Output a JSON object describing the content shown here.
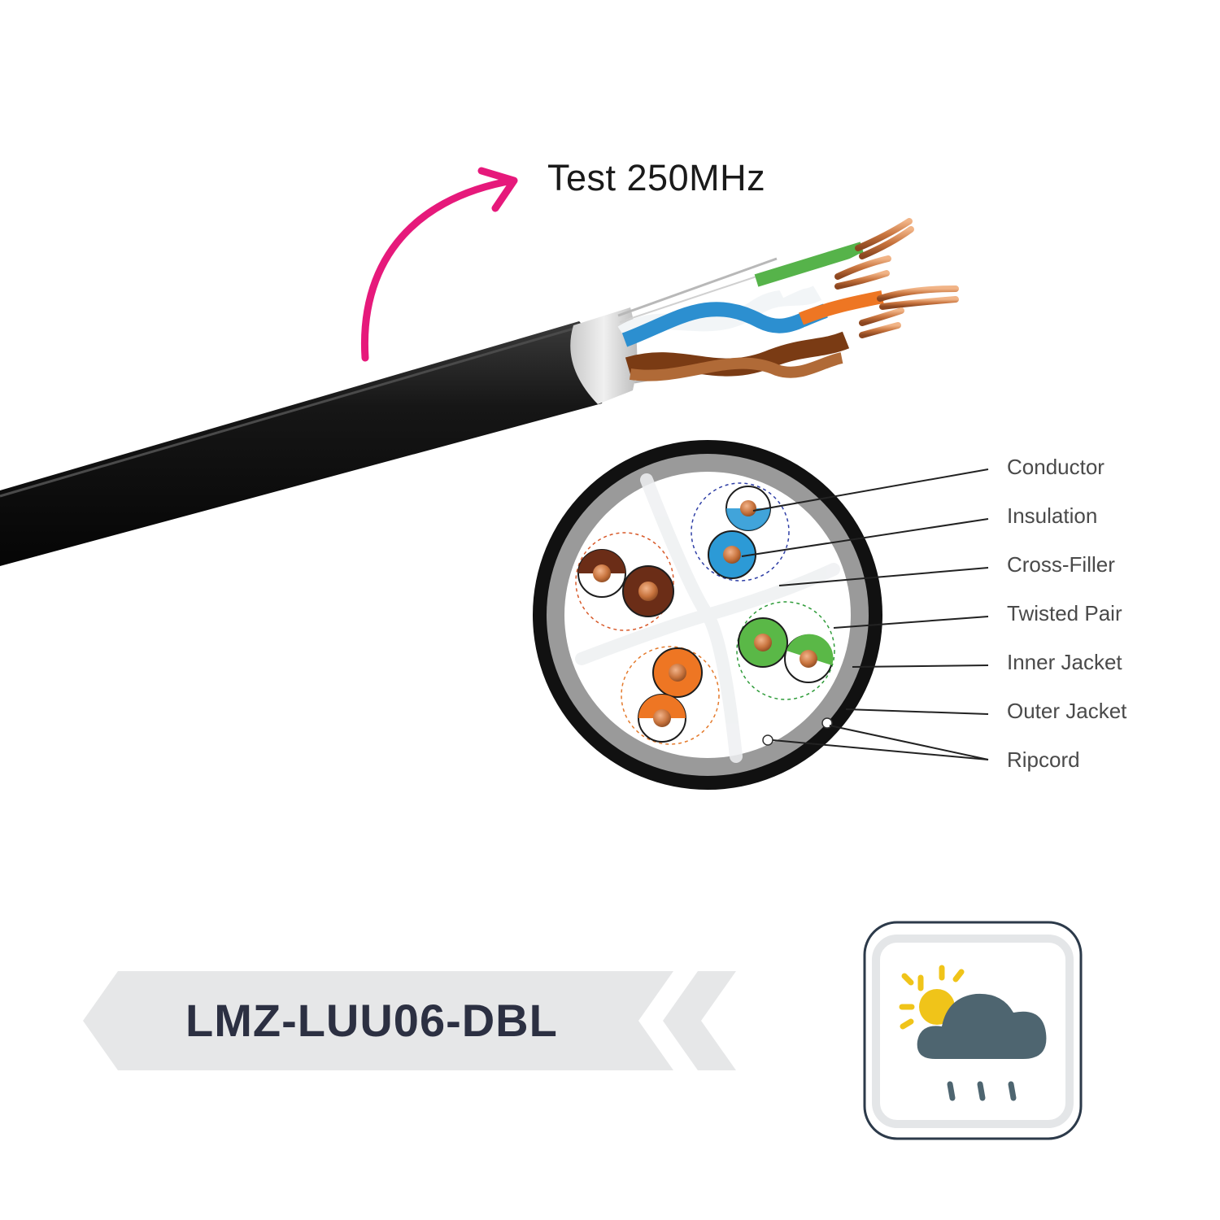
{
  "header": {
    "test_label": "Test 250MHz",
    "accent_color": "#e6197b"
  },
  "cross_section_legend": {
    "items": [
      "Conductor",
      "Insulation",
      "Cross-Filler",
      "Twisted Pair",
      "Inner Jacket",
      "Outer Jacket",
      "Ripcord"
    ]
  },
  "pair_colors": {
    "blue": "#2c9ad6",
    "brown": "#6b2d17",
    "green": "#5ab847",
    "orange": "#ee7623",
    "copper": "#c8743e",
    "outer_jacket": "#111111",
    "inner_jacket": "#9a9a9a"
  },
  "product": {
    "model_code": "LMZ-LUU06-DBL",
    "badge_color": "#e6e7e8",
    "text_color": "#2c3042"
  },
  "weather_badge": {
    "icon": "sun-rain-cloud-icon",
    "sun_color": "#f0c419",
    "cloud_color": "#4e6570"
  }
}
